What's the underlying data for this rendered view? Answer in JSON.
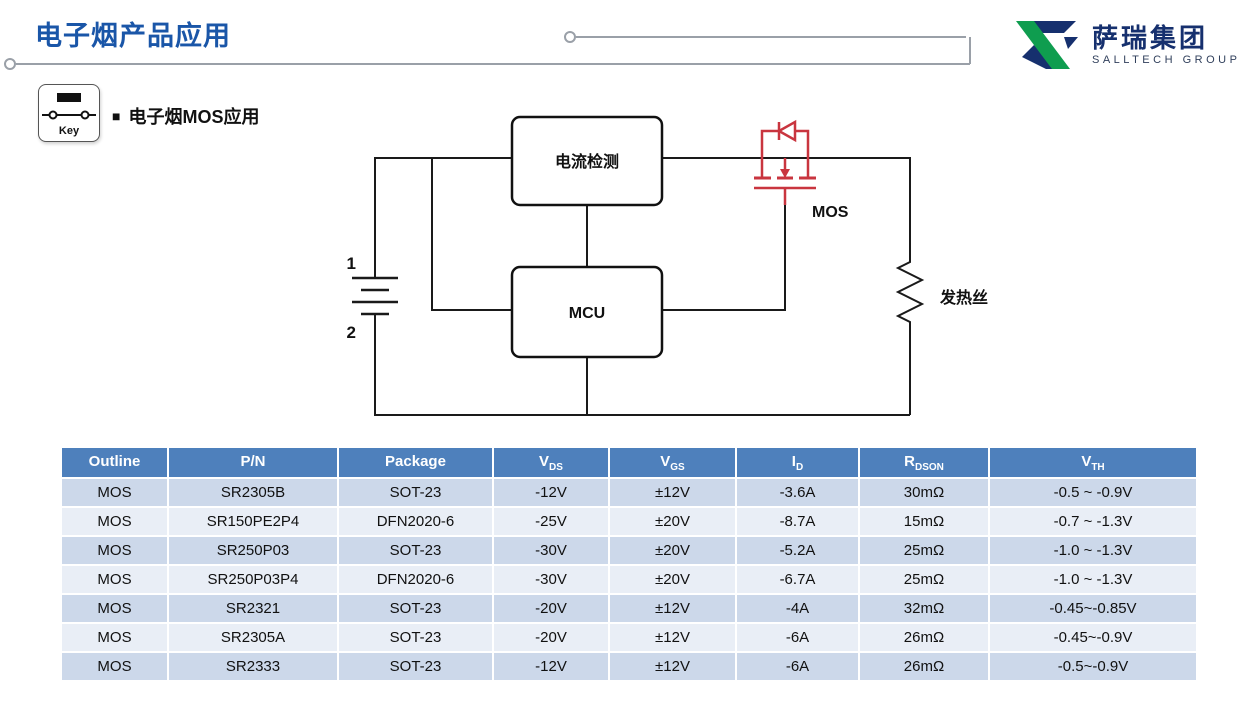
{
  "page": {
    "title": "电子烟产品应用",
    "subtitle_bullet": "■",
    "subtitle": "电子烟MOS应用",
    "key_label": "Key"
  },
  "logo": {
    "company_cn": "萨瑞集团",
    "company_en": "SALLTECH GROUP"
  },
  "diagram": {
    "current_sense_label": "电流检测",
    "mcu_label": "MCU",
    "mos_label": "MOS",
    "heater_label": "发热丝",
    "battery_terminal_1": "1",
    "battery_terminal_2": "2"
  },
  "table": {
    "headers": [
      {
        "base": "Outline",
        "sub": ""
      },
      {
        "base": "P/N",
        "sub": ""
      },
      {
        "base": "Package",
        "sub": ""
      },
      {
        "base": "V",
        "sub": "DS"
      },
      {
        "base": "V",
        "sub": "GS"
      },
      {
        "base": "I",
        "sub": "D"
      },
      {
        "base": "R",
        "sub": "DSON"
      },
      {
        "base": "V",
        "sub": "TH"
      }
    ],
    "rows": [
      [
        "MOS",
        "SR2305B",
        "SOT-23",
        "-12V",
        "±12V",
        "-3.6A",
        "30mΩ",
        "-0.5 ~ -0.9V"
      ],
      [
        "MOS",
        "SR150PE2P4",
        "DFN2020-6",
        "-25V",
        "±20V",
        "-8.7A",
        "15mΩ",
        "-0.7 ~ -1.3V"
      ],
      [
        "MOS",
        "SR250P03",
        "SOT-23",
        "-30V",
        "±20V",
        "-5.2A",
        "25mΩ",
        "-1.0 ~ -1.3V"
      ],
      [
        "MOS",
        "SR250P03P4",
        "DFN2020-6",
        "-30V",
        "±20V",
        "-6.7A",
        "25mΩ",
        "-1.0 ~ -1.3V"
      ],
      [
        "MOS",
        "SR2321",
        "SOT-23",
        "-20V",
        "±12V",
        "-4A",
        "32mΩ",
        "-0.45~-0.85V"
      ],
      [
        "MOS",
        "SR2305A",
        "SOT-23",
        "-20V",
        "±12V",
        "-6A",
        "26mΩ",
        "-0.45~-0.9V"
      ],
      [
        "MOS",
        "SR2333",
        "SOT-23",
        "-12V",
        "±12V",
        "-6A",
        "26mΩ",
        "-0.5~-0.9V"
      ]
    ]
  },
  "colors": {
    "title_blue": "#1a56a8",
    "header_blue": "#4e80bc",
    "row_dark": "#ccd8ea",
    "row_light": "#e9eef6",
    "mos_red": "#c9353f"
  }
}
